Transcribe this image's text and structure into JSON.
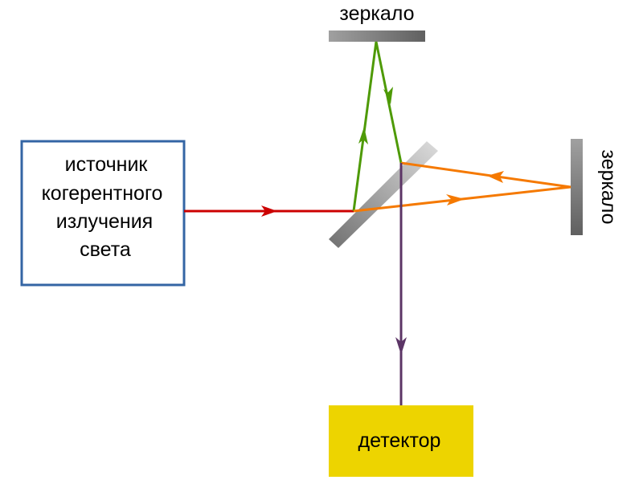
{
  "labels": {
    "mirror_top": "зеркало",
    "mirror_right": "зеркало",
    "source_lines": [
      "источник",
      "когерентного",
      "излучения",
      "света"
    ],
    "detector": "детектор"
  },
  "colors": {
    "source_border": "#3465a4",
    "detector_fill": "#edd400",
    "beam_red": "#cc0000",
    "beam_green": "#4e9a06",
    "beam_orange": "#f57900",
    "beam_purple": "#5c3566"
  }
}
